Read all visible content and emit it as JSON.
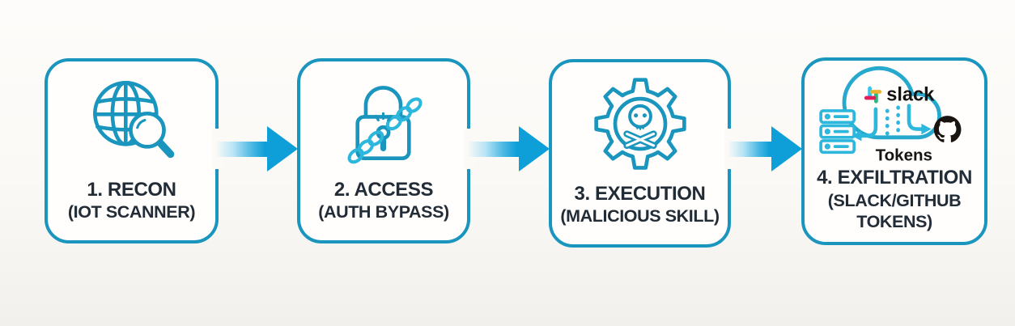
{
  "diagram_title": "attack-chain",
  "colors": {
    "accent": "#1a95be",
    "accent_bright": "#2db7dc",
    "arrow": "#0e9fd8",
    "text": "#222c37",
    "background": "#fbf9f6",
    "slack_blue": "#36C5F0",
    "slack_green": "#2EB67D",
    "slack_yellow": "#ECB22E",
    "slack_red": "#E01E5A",
    "github_black": "#191410"
  },
  "steps": [
    {
      "title": "1. RECON",
      "subtitle": "(IOT SCANNER)",
      "icon": "globe-magnifier-icon"
    },
    {
      "title": "2. ACCESS",
      "subtitle": "(AUTH BYPASS)",
      "icon": "broken-padlock-chain-icon"
    },
    {
      "title": "3. EXECUTION",
      "subtitle": "(MALICIOUS SKILL)",
      "icon": "gear-skull-icon"
    },
    {
      "title": "4. EXFILTRATION",
      "subtitle_lines": [
        "(SLACK/GITHUB",
        "TOKENS)"
      ],
      "icon": "cloud-slack-github-exfil-icon",
      "labels": {
        "slack": "slack",
        "tokens": "Tokens"
      }
    }
  ]
}
